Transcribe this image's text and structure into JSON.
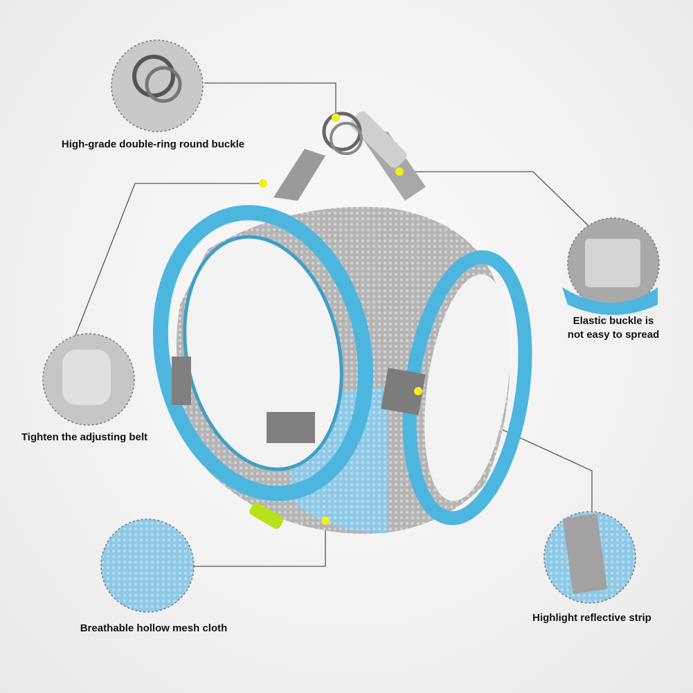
{
  "callouts": {
    "double_ring": "High-grade double-ring round buckle",
    "elastic_buckle_line1": "Elastic buckle is",
    "elastic_buckle_line2": "not easy to spread",
    "adjusting_belt": "Tighten the adjusting belt",
    "mesh_cloth": "Breathable hollow mesh cloth",
    "reflective_strip": "Highlight reflective strip"
  },
  "colors": {
    "trim": "#4cb6df",
    "mesh": "#b9b9b9",
    "strap": "#8a8a8a",
    "dot": "#f2ee1c",
    "line": "#555555"
  }
}
